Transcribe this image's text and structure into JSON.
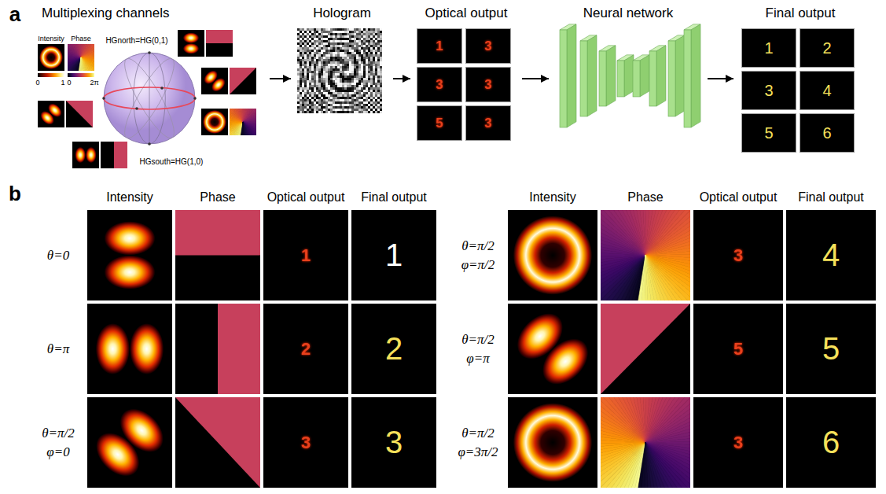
{
  "diagram": {
    "nodes": [
      {
        "text": [
          "Multiplexing channels"
        ]
      },
      {
        "text": [
          "Hologram"
        ]
      },
      {
        "text": [
          "Optical output"
        ]
      },
      {
        "text": [
          "1"
        ],
        "in": 2
      },
      {
        "text": [
          "3"
        ],
        "in": 2
      },
      {
        "text": [
          "3"
        ],
        "in": 2
      },
      {
        "text": [
          "3"
        ],
        "in": 2
      },
      {
        "text": [
          "5"
        ],
        "in": 2
      },
      {
        "text": [
          "3"
        ],
        "in": 2
      },
      {
        "text": [
          "Neural network"
        ]
      },
      {
        "text": [
          "Final output"
        ]
      },
      {
        "text": [
          "1"
        ],
        "in": 10
      },
      {
        "text": [
          "2"
        ],
        "in": 10
      },
      {
        "text": [
          "3"
        ],
        "in": 10
      },
      {
        "text": [
          "4"
        ],
        "in": 10
      },
      {
        "text": [
          "5"
        ],
        "in": 10
      },
      {
        "text": [
          "6"
        ],
        "in": 10
      }
    ],
    "edges": [
      {
        "from": 0,
        "to": 1,
        "arrow": "to"
      },
      {
        "from": 1,
        "to": 2,
        "arrow": "to"
      },
      {
        "from": 2,
        "to": 9,
        "arrow": "to"
      },
      {
        "from": 9,
        "to": 10,
        "arrow": "to"
      }
    ],
    "labels": [
      "a",
      "Intensity",
      "Phase",
      "0",
      "1",
      "0",
      "2π",
      "HGnorth=HG(0,1)",
      "HGsouth=HG(1,0)",
      "b",
      "Intensity",
      "Phase",
      "Optical output",
      "Final output",
      "Intensity",
      "Phase",
      "Optical output",
      "Final output",
      "θ=0",
      "1",
      "1",
      "θ=π",
      "2",
      "2",
      "θ=π/2",
      "φ=0",
      "3",
      "3",
      "θ=π/2",
      "φ=π/2",
      "3",
      "4",
      "θ=π/2",
      "φ=π",
      "5",
      "5",
      "θ=π/2",
      "φ=3π/2",
      "3",
      "6"
    ]
  }
}
